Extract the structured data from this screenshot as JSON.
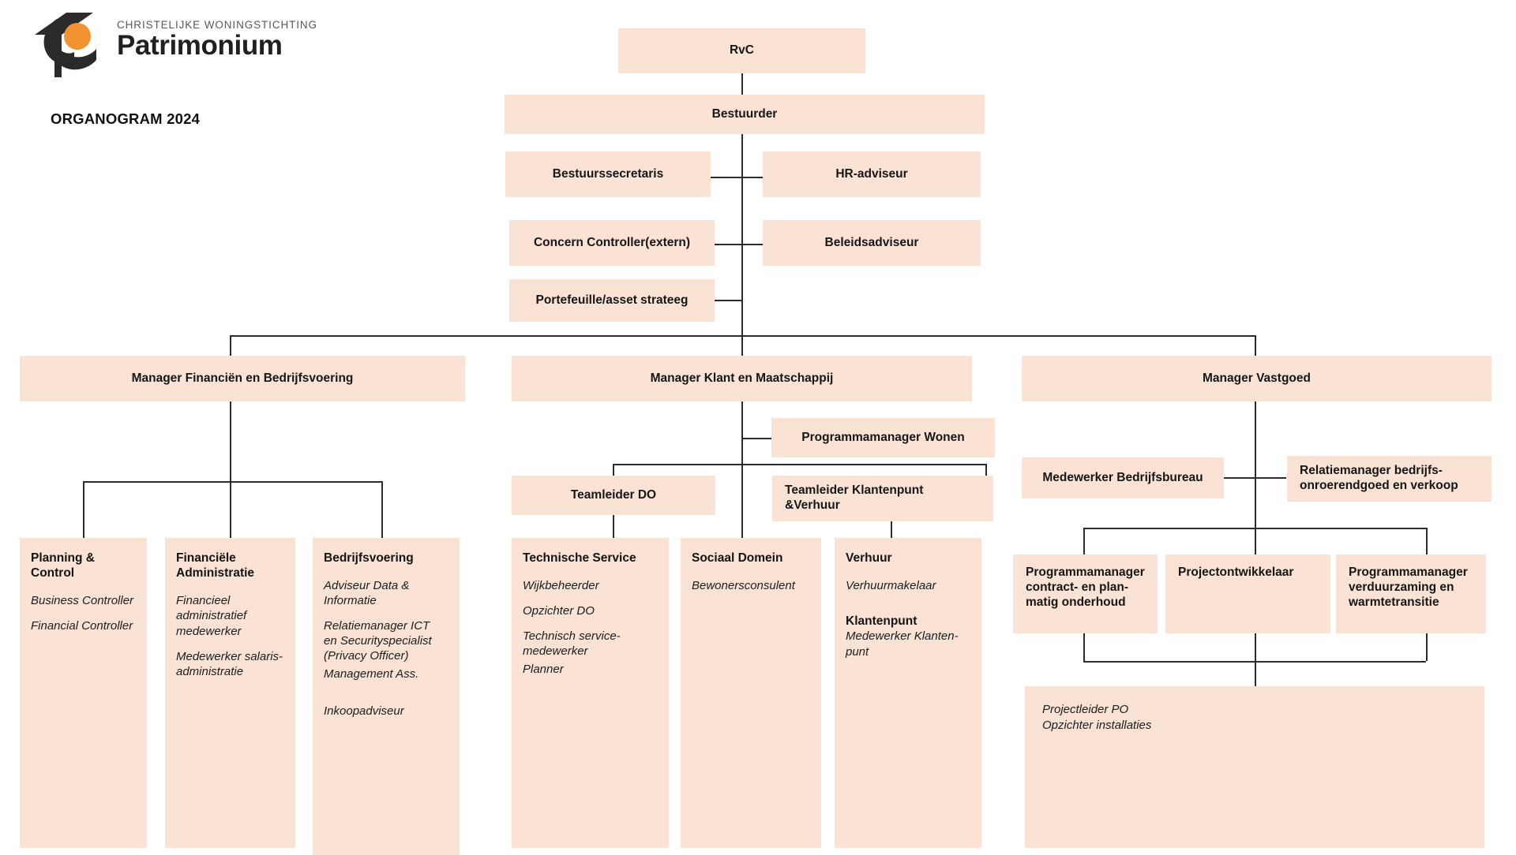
{
  "brand": {
    "tagline": "CHRISTELIJKE WONINGSTICHTING",
    "name": "Patrimonium",
    "logo_icon": "patrimonium-logo-icon",
    "accent_color": "#F29230",
    "dark_color": "#2B2A28"
  },
  "page": {
    "title": "ORGANOGRAM 2024",
    "box_fill": "#FAE2D5",
    "line_color": "#2B2B2B",
    "background": "#FFFFFF"
  },
  "top": {
    "rvc": "RvC",
    "bestuurder": "Bestuurder"
  },
  "staff_left": [
    {
      "label": "Bestuurssecretaris"
    },
    {
      "label": "Concern Controller(extern)"
    },
    {
      "label": "Portefeuille/asset strateeg"
    }
  ],
  "staff_right": [
    {
      "label": "HR-adviseur"
    },
    {
      "label": "Beleidsadviseur"
    }
  ],
  "managers": {
    "financien": "Manager Financiën en Bedrijfsvoering",
    "klant": "Manager Klant en Maatschappij",
    "vastgoed": "Manager Vastgoed"
  },
  "klant_branch": {
    "programmamanager_wonen": "Programmamanager Wonen",
    "teamleider_do": "Teamleider DO",
    "teamleider_klantenpunt": "Teamleider Klantenpunt\n&Verhuur"
  },
  "vastgoed_branch": {
    "medewerker_bedrijfsbureau": "Medewerker Bedrijfsbureau",
    "relatiemanager": "Relatiemanager bedrijfs-\nonroerendgoed en verkoop",
    "programmamanager_contract": "Programmamanager\ncontract- en plan-\nmatig onderhoud",
    "projectontwikkelaar": "Projectontwikkelaar",
    "programmamanager_verduurzaming": "Programmamanager\nverduurzaming en\nwarmtetransitie",
    "projectleider_box": "Projectleider PO\nOpzichter installaties"
  },
  "departments": [
    {
      "key": "planning-control",
      "head": "Planning & Control",
      "roles": [
        "Business Controller",
        "Financial Controller"
      ]
    },
    {
      "key": "financiele-administratie",
      "head": "Financiële\nAdministratie",
      "roles": [
        "Financieel\nadministratief\nmedewerker",
        "Medewerker salaris-\nadministratie"
      ]
    },
    {
      "key": "bedrijfsvoering",
      "head": "Bedrijfsvoering",
      "roles": [
        "Adviseur Data &\nInformatie",
        "Relatiemanager ICT\nen Securityspecialist\n(Privacy Officer)",
        "Management Ass.",
        "Inkoopadviseur"
      ]
    },
    {
      "key": "technische-service",
      "head": "Technische Service",
      "roles": [
        "Wijkbeheerder",
        "Opzichter DO",
        "Technisch service-\nmedewerker",
        "Planner"
      ]
    },
    {
      "key": "sociaal-domein",
      "head": "Sociaal Domein",
      "roles": [
        "Bewonersconsulent"
      ]
    },
    {
      "key": "verhuur",
      "head": "Verhuur",
      "roles": [
        "Verhuurmakelaar"
      ],
      "sub_head": "Klantenpunt",
      "sub_roles": [
        "Medewerker Klanten-\npunt"
      ]
    }
  ]
}
